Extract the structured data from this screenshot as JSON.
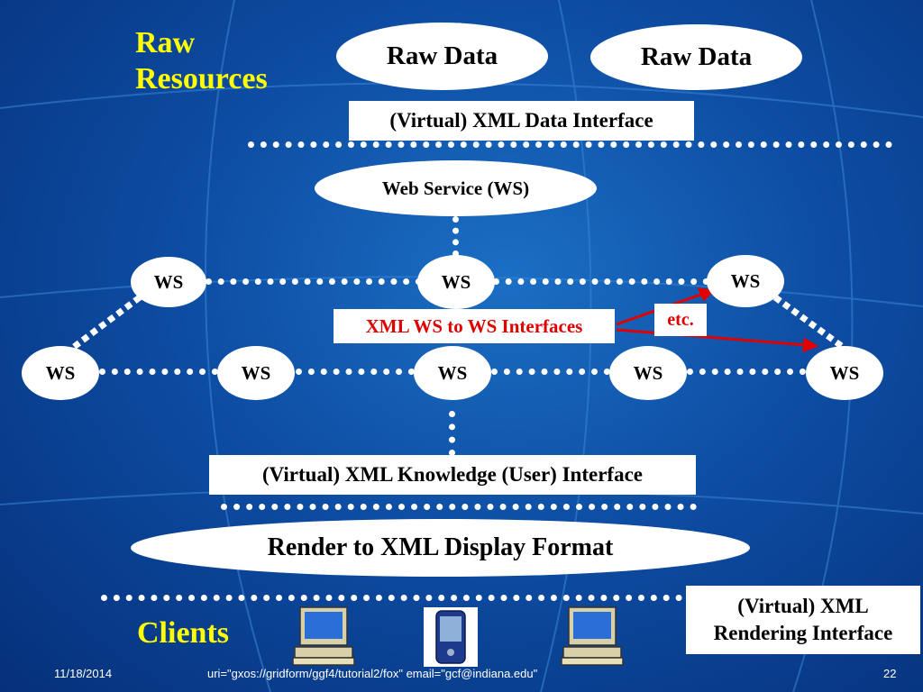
{
  "labels": {
    "raw_resources": "Raw\nResources",
    "clients": "Clients"
  },
  "raw_data": [
    "Raw Data",
    "Raw Data"
  ],
  "interfaces": {
    "data": "(Virtual) XML Data Interface",
    "knowledge": "(Virtual) XML Knowledge (User) Interface",
    "rendering": "(Virtual) XML\nRendering Interface",
    "ws_to_ws": "XML WS to WS Interfaces",
    "etc": "etc."
  },
  "web_service": "Web Service (WS)",
  "ws_label": "WS",
  "render": "Render to XML Display Format",
  "footer": {
    "date": "11/18/2014",
    "uri": "uri=\"gxos://gridform/ggf4/tutorial2/fox\" email=\"gcf@indiana.edu\"",
    "page": "22"
  },
  "colors": {
    "highlight": "#ffff00",
    "arrow": "#e00000",
    "background": "#0d4da3"
  }
}
